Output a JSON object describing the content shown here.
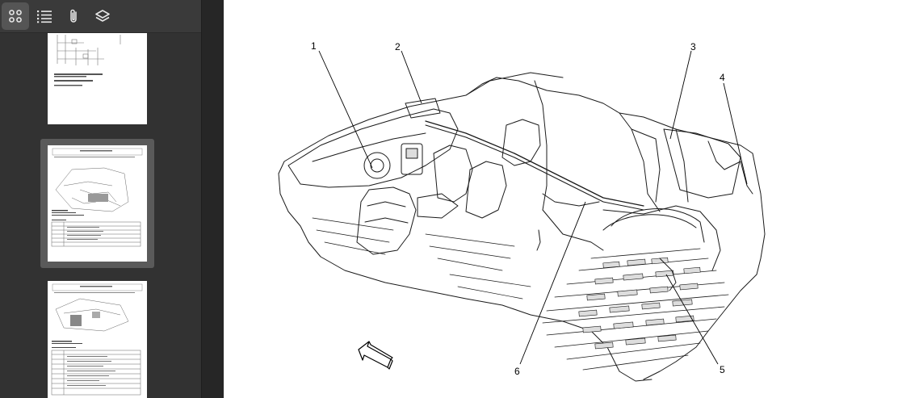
{
  "toolbar": {
    "buttons": [
      {
        "icon": "thumbnails-grid-icon",
        "active": true
      },
      {
        "icon": "outline-list-icon",
        "active": false
      },
      {
        "icon": "attachment-paperclip-icon",
        "active": false
      },
      {
        "icon": "layers-icon",
        "active": false
      }
    ]
  },
  "thumbnails": {
    "selected_index": 1
  },
  "figure": {
    "callouts": [
      "1",
      "2",
      "3",
      "4",
      "5",
      "6"
    ]
  },
  "colors": {
    "sidebar_bg": "#323232",
    "toolbar_bg": "#3a3a3a",
    "active_button": "#555555",
    "selected_thumb_frame": "#5a5a5a",
    "page_bg": "#ffffff"
  }
}
